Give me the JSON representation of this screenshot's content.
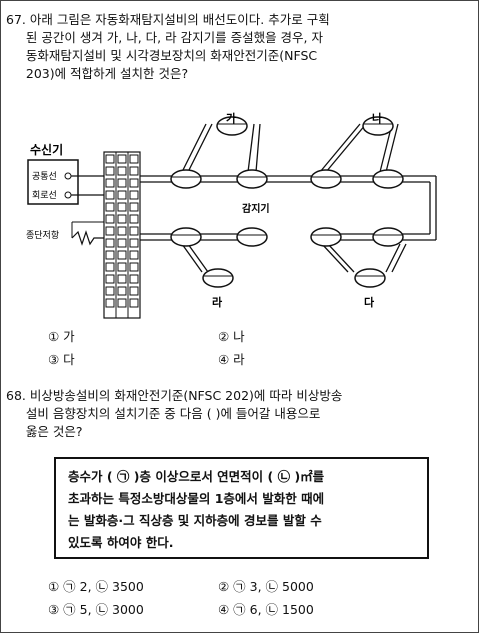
{
  "q67": {
    "lines": [
      "67. 아래 그림은 자동화재탐지설비의 배선도이다. 추가로 구획",
      "     된 공간이 생겨 가, 나, 다, 라 감지기를 증설했을 경우, 자",
      "     동화재탐지설비 및 시각경보장치의 화재안전기준(NFSC",
      "     203)에 적합하게 설치한 것은?"
    ],
    "diagram": {
      "receiver_title": "수신기",
      "common_line": "공통선",
      "circuit_line": "회로선",
      "end_resistor": "종단저항",
      "detector_label": "감지기",
      "label_ga": "가",
      "label_na": "나",
      "label_da": "다",
      "label_ra": "라"
    },
    "options": [
      "① 가",
      "② 나",
      "③ 다",
      "④ 라"
    ]
  },
  "q68": {
    "lines": [
      "68. 비상방송설비의 화재안전기준(NFSC 202)에 따라 비상방송",
      "     설비 음향장치의 설치기준 중 다음 ( )에 들어갈 내용으로",
      "     옳은 것은?"
    ],
    "box_lines": [
      "층수가 ( ㉠ )층 이상으로서 연면적이 ( ㉡ )㎡를",
      "초과하는 특정소방대상물의 1층에서 발화한 때에",
      "는 발화층·그 직상층 및 지하층에 경보를 발할 수",
      "있도록 하여야 한다."
    ],
    "options": [
      "① ㉠ 2, ㉡ 3500",
      "② ㉠ 3, ㉡ 5000",
      "③ ㉠ 5, ㉡ 3000",
      "④ ㉠ 6, ㉡ 1500"
    ]
  }
}
